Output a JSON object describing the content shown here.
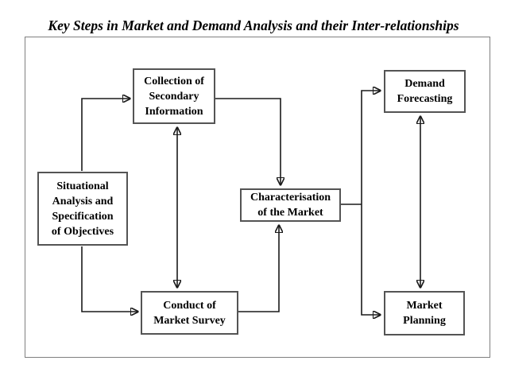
{
  "title": "Key Steps in Market and Demand Analysis and their Inter-relationships",
  "diagram": {
    "boxes": {
      "situational": {
        "label": "Situational\nAnalysis and\nSpecification\nof Objectives"
      },
      "collection": {
        "label": "Collection of\nSecondary\nInformation"
      },
      "demand_forecasting": {
        "label": "Demand\nForecasting"
      },
      "characterisation": {
        "label": "Characterisation\nof the Market"
      },
      "conduct_survey": {
        "label": "Conduct of\nMarket Survey"
      },
      "market_planning": {
        "label": "Market\nPlanning"
      }
    },
    "connections": [
      {
        "from": "Situational Analysis and Specification of Objectives",
        "to": "Collection of Secondary Information",
        "type": "one-way"
      },
      {
        "from": "Situational Analysis and Specification of Objectives",
        "to": "Conduct of Market Survey",
        "type": "one-way"
      },
      {
        "from": "Collection of Secondary Information",
        "to": "Conduct of Market Survey",
        "type": "two-way"
      },
      {
        "from": "Collection of Secondary Information",
        "to": "Characterisation of the Market",
        "type": "one-way"
      },
      {
        "from": "Conduct of Market Survey",
        "to": "Characterisation of the Market",
        "type": "one-way"
      },
      {
        "from": "Characterisation of the Market",
        "to": "Demand Forecasting",
        "type": "one-way"
      },
      {
        "from": "Characterisation of the Market",
        "to": "Market Planning",
        "type": "one-way"
      },
      {
        "from": "Demand Forecasting",
        "to": "Market Planning",
        "type": "two-way"
      }
    ]
  },
  "colors": {
    "background": "#ffffff",
    "box_border": "#545454",
    "outer_border": "#7f7f7f",
    "connector": "#1a1a1a",
    "text": "#000000"
  }
}
